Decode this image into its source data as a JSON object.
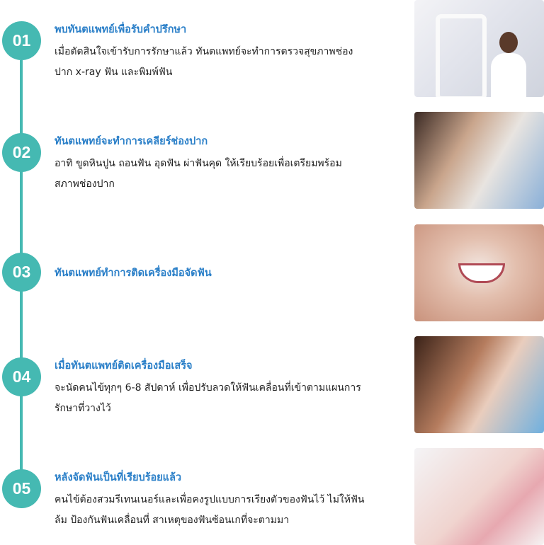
{
  "steps": [
    {
      "number": "01",
      "title": "พบทันตแพทย์เพื่อรับคำปรึกษา",
      "desc_lines": [
        "เมื่อตัดสินใจเข้ารับการรักษาแล้ว ทันตแพทย์จะทำการตรวจสุขภาพช่อง",
        "ปาก x-ray ฟัน และพิมพ์ฟัน"
      ]
    },
    {
      "number": "02",
      "title": "ทันตแพทย์จะทำการเคลียร์ช่องปาก",
      "desc_lines": [
        "อาทิ ขูดหินปูน ถอนฟัน อุดฟัน ผ่าฟันคุด ให้เรียบร้อยเพื่อเตรียมพร้อม",
        "สภาพช่องปาก"
      ]
    },
    {
      "number": "03",
      "title": "ทันตแพทย์ทำการติดเครื่องมือจัดฟัน",
      "desc_lines": []
    },
    {
      "number": "04",
      "title": "เมื่อทันตแพทย์ติดเครื่องมือเสร็จ",
      "desc_lines": [
        "จะนัดคนไข้ทุกๆ 6-8 สัปดาห์ เพื่อปรับลวดให้ฟันเคลื่อนที่เข้าตามแผนการ",
        "รักษาที่วางไว้"
      ]
    },
    {
      "number": "05",
      "title": "หลังจัดฟันเป็นที่เรียบร้อยแล้ว",
      "desc_lines": [
        "คนไข้ต้องสวมรีเทนเนอร์และเพื่อคงรูปแบบการเรียงตัวของฟันไว้ ไม่ให้ฟัน",
        "ล้ม ป้องกันฟันเคลื่อนที่ สาเหตุของฟันซ้อนเกที่จะตามมา"
      ]
    }
  ],
  "colors": {
    "accent": "#45b9b2",
    "title": "#2a7fc8",
    "text": "#222222"
  }
}
